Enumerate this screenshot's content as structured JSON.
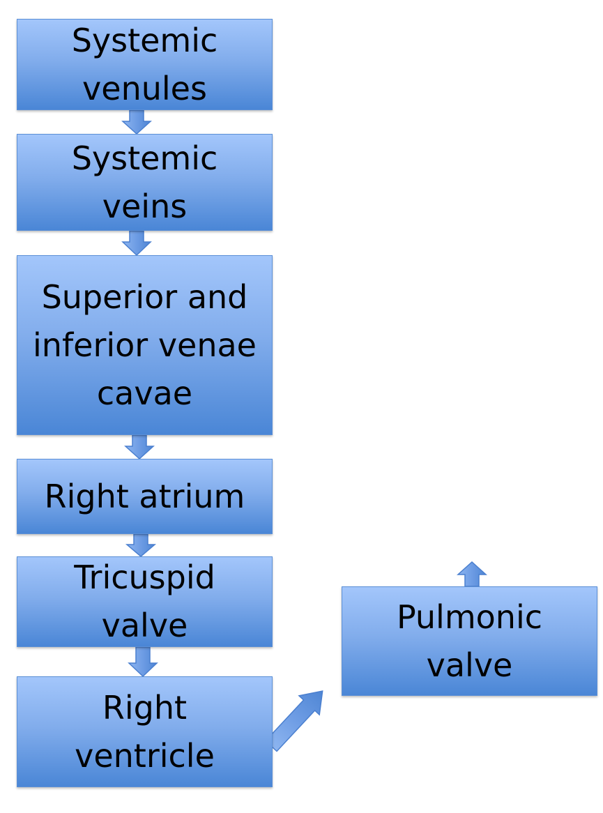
{
  "diagram": {
    "nodes": [
      {
        "id": "systemic-venules",
        "label": "Systemic\nvenules"
      },
      {
        "id": "systemic-veins",
        "label": "Systemic\nveins"
      },
      {
        "id": "venae-cavae",
        "label": "Superior and\ninferior venae\ncavae"
      },
      {
        "id": "right-atrium",
        "label": "Right atrium"
      },
      {
        "id": "tricuspid-valve",
        "label": "Tricuspid\nvalve"
      },
      {
        "id": "right-ventricle",
        "label": "Right\nventricle"
      },
      {
        "id": "pulmonic-valve",
        "label": "Pulmonic\nvalve"
      }
    ],
    "edges": [
      {
        "from": "systemic-venules",
        "to": "systemic-veins"
      },
      {
        "from": "systemic-veins",
        "to": "venae-cavae"
      },
      {
        "from": "venae-cavae",
        "to": "right-atrium"
      },
      {
        "from": "right-atrium",
        "to": "tricuspid-valve"
      },
      {
        "from": "tricuspid-valve",
        "to": "right-ventricle"
      },
      {
        "from": "right-ventricle",
        "to": "pulmonic-valve"
      }
    ],
    "colors": {
      "box_top": "#a3c6fb",
      "box_bottom": "#4a86d6",
      "arrow_fill": "#6d9ce4",
      "arrow_stroke": "#4a7fcf"
    }
  }
}
